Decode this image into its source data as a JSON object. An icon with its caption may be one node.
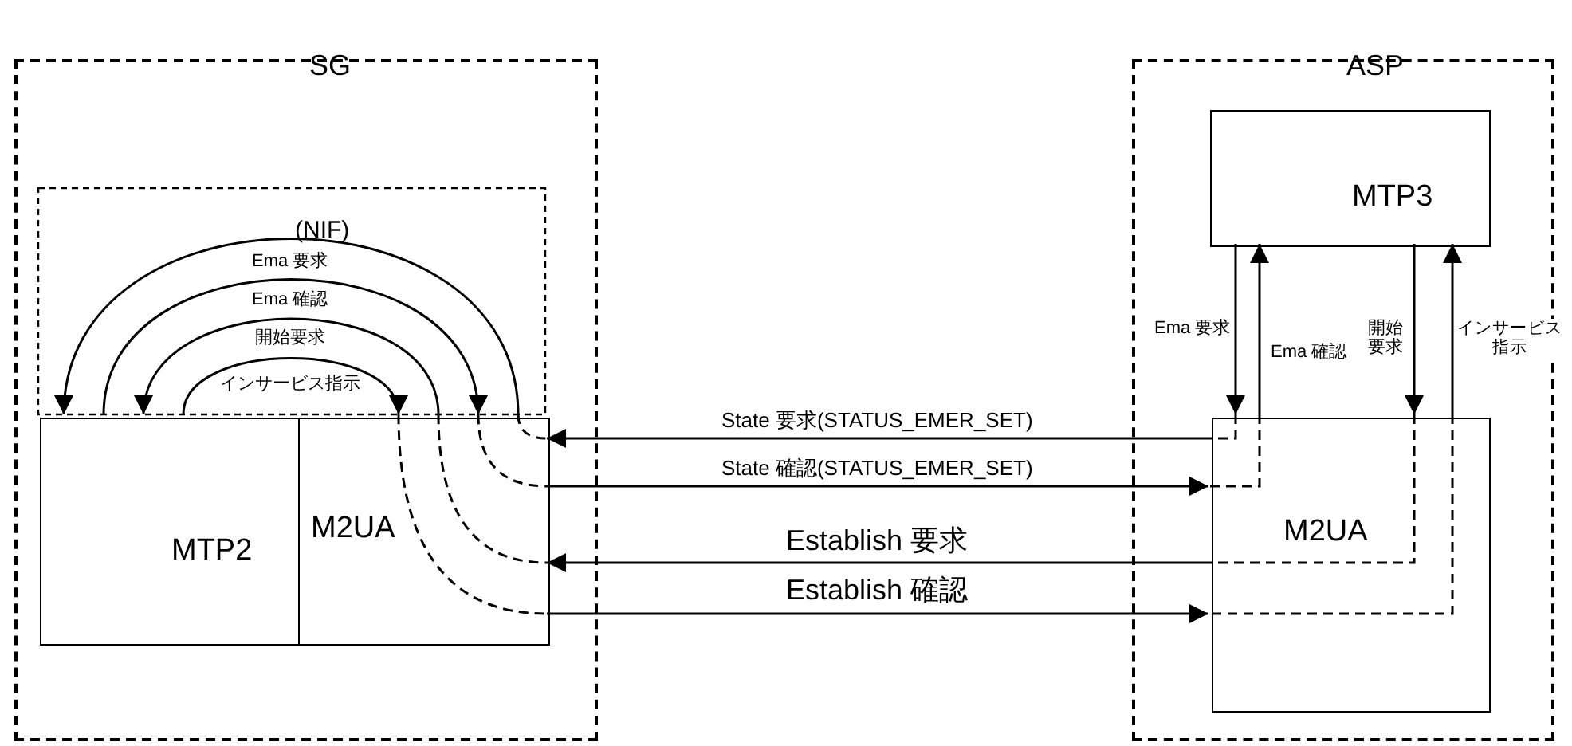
{
  "diagram": {
    "nodes": [
      {
        "text": [
          "SG"
        ]
      },
      {
        "text": [
          "ASP"
        ]
      },
      {
        "text": [
          "(NIF)"
        ],
        "in": 0
      },
      {
        "text": [
          "MTP2"
        ],
        "in": 0
      },
      {
        "text": [
          "M2UA"
        ],
        "in": 0
      },
      {
        "text": [
          "MTP3"
        ],
        "in": 1
      },
      {
        "text": [
          "M2UA"
        ],
        "in": 1
      }
    ],
    "edges": [
      {
        "from": 4,
        "to": 3,
        "arrow": "to",
        "label": "Ema 要求"
      },
      {
        "from": 3,
        "to": 4,
        "arrow": "to",
        "label": "Ema 確認"
      },
      {
        "from": 4,
        "to": 3,
        "arrow": "to",
        "label": "開始要求"
      },
      {
        "from": 3,
        "to": 4,
        "arrow": "to",
        "label": "インサービス指示"
      },
      {
        "from": 6,
        "to": 4,
        "arrow": "to",
        "label": "State 要求(STATUS_EMER_SET)"
      },
      {
        "from": 4,
        "to": 6,
        "arrow": "to",
        "label": "State 確認(STATUS_EMER_SET)"
      },
      {
        "from": 6,
        "to": 4,
        "arrow": "to",
        "label": "Establish 要求"
      },
      {
        "from": 4,
        "to": 6,
        "arrow": "to",
        "label": "Establish 確認"
      },
      {
        "from": 5,
        "to": 6,
        "arrow": "to",
        "label": "Ema 要求"
      },
      {
        "from": 6,
        "to": 5,
        "arrow": "to",
        "label": "Ema 確認"
      },
      {
        "from": 5,
        "to": 6,
        "arrow": "to",
        "label": "開始要求"
      },
      {
        "from": 6,
        "to": 5,
        "arrow": "to",
        "label": "インサービス指示"
      }
    ]
  }
}
